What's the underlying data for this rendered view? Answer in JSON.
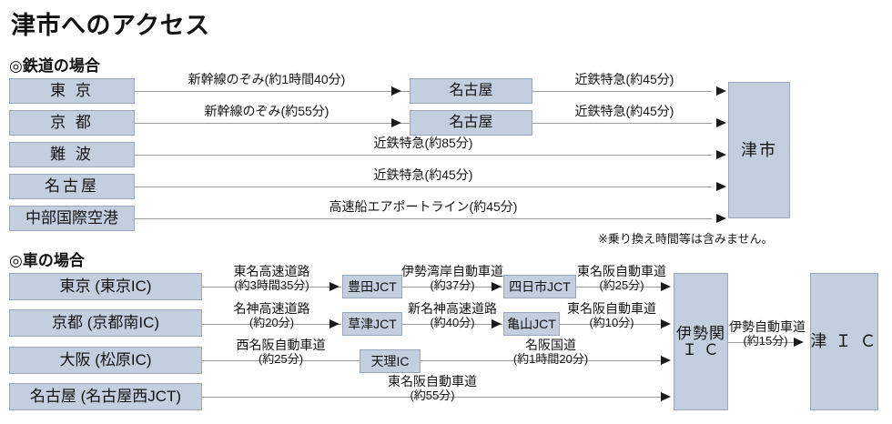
{
  "title": "津市へのアクセス",
  "rail_section": {
    "header": "◎鉄道の場合",
    "destination": "津市",
    "footnote": "※乗り換え時間等は含みません。",
    "routes": [
      {
        "origin": "東 京",
        "leg1_label": "新幹線のぞみ(約1時間40分)",
        "transfer": "名古屋",
        "leg2_label": "近鉄特急(約45分)"
      },
      {
        "origin": "京 都",
        "leg1_label": "新幹線のぞみ(約55分)",
        "transfer": "名古屋",
        "leg2_label": "近鉄特急(約45分)"
      },
      {
        "origin": "難 波",
        "leg1_label": "近鉄特急(約85分)",
        "transfer": null,
        "leg2_label": null
      },
      {
        "origin": "名古屋",
        "leg1_label": "近鉄特急(約45分)",
        "transfer": null,
        "leg2_label": null
      },
      {
        "origin": "中部国際空港",
        "leg1_label": "高速船エアポートライン(約45分)",
        "transfer": null,
        "leg2_label": null
      }
    ]
  },
  "car_section": {
    "header": "◎車の場合",
    "hub": {
      "line1": "伊勢関",
      "line2": "Ｉ Ｃ"
    },
    "hub_to_dest": {
      "road": "伊勢自動車道",
      "time": "(約15分)"
    },
    "destination": "津 Ｉ Ｃ",
    "routes": [
      {
        "origin": "東京 (東京IC)",
        "leg1": {
          "road": "東名高速道路",
          "time": "(約3時間35分)"
        },
        "node1": "豊田JCT",
        "leg2": {
          "road": "伊勢湾岸自動車道",
          "time": "(約37分)"
        },
        "node2": "四日市JCT",
        "leg3": {
          "road": "東名阪自動車道",
          "time": "(約25分)"
        }
      },
      {
        "origin": "京都 (京都南IC)",
        "leg1": {
          "road": "名神高速道路",
          "time": "(約20分)"
        },
        "node1": "草津JCT",
        "leg2": {
          "road": "新名神高速道路",
          "time": "(約40分)"
        },
        "node2": "亀山JCT",
        "leg3": {
          "road": "東名阪自動車道",
          "time": "(約10分)"
        }
      },
      {
        "origin": "大阪 (松原IC)",
        "leg1": {
          "road": "西名阪自動車道",
          "time": "(約25分)"
        },
        "node1": "天理IC",
        "leg2": null,
        "node2": null,
        "leg3": {
          "road": "名阪国道",
          "time": "(約1時間20分)"
        }
      },
      {
        "origin": "名古屋 (名古屋西JCT)",
        "leg1": null,
        "node1": null,
        "leg2": null,
        "node2": null,
        "leg3": {
          "road": "東名阪自動車道",
          "time": "(約55分)"
        }
      }
    ]
  },
  "colors": {
    "box_fill": "#c3cedf",
    "box_border": "#9aa6ba",
    "line": "#9b9b9b",
    "arrow": "#1a1a1a",
    "text": "#121212"
  }
}
